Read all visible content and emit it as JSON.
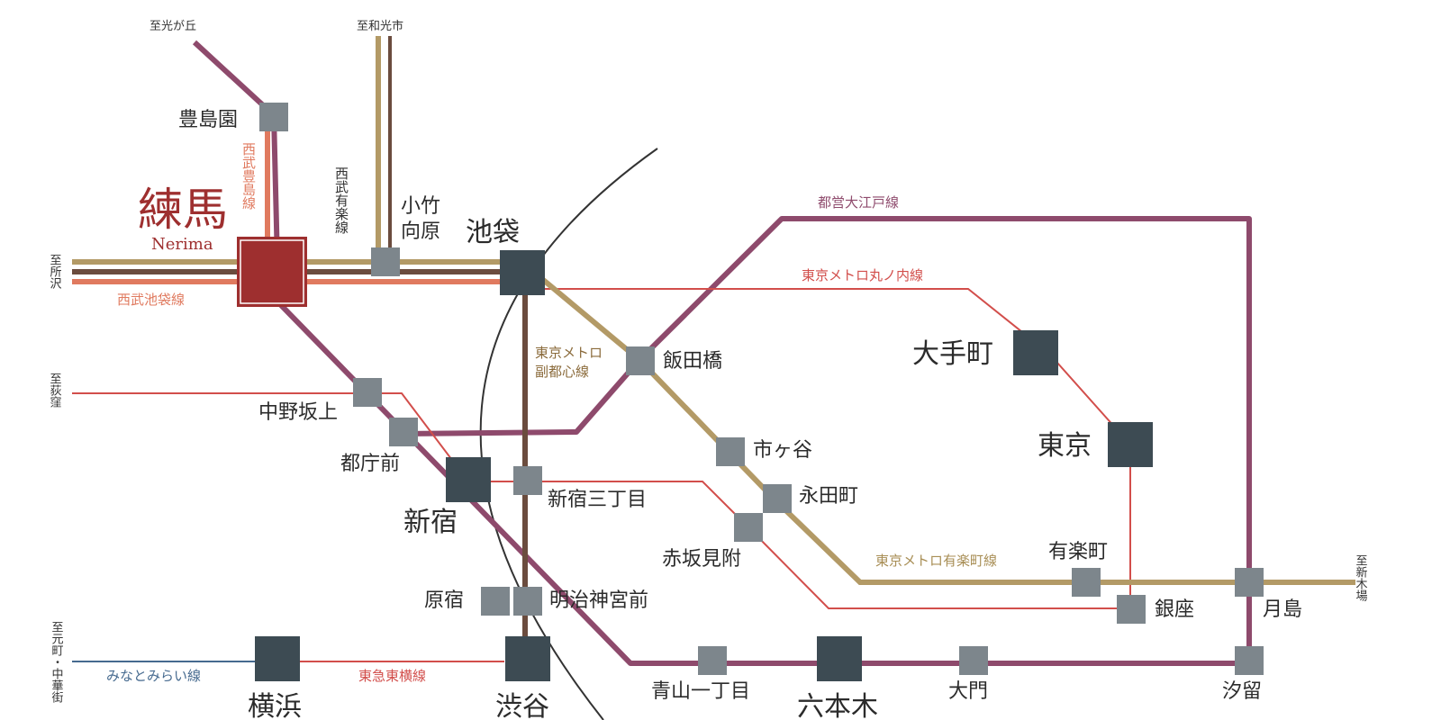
{
  "home_station": {
    "name": "練馬",
    "romaji": "Nerima"
  },
  "stations": {
    "toshimaen": "豊島園",
    "kotake_mukaihara": [
      "小竹",
      "向原"
    ],
    "ikebukuro": "池袋",
    "iidabashi": "飯田橋",
    "otemachi": "大手町",
    "tokyo": "東京",
    "nakano_sakaue": "中野坂上",
    "tochomae": "都庁前",
    "shinjuku": "新宿",
    "shinjuku_sanchome": "新宿三丁目",
    "ichigaya": "市ヶ谷",
    "nagatacho": "永田町",
    "akasaka_mitsuke": "赤坂見附",
    "yurakucho": "有楽町",
    "ginza": "銀座",
    "tsukishima": "月島",
    "harajuku": "原宿",
    "meiji_jingumae": "明治神宮前",
    "yokohama": "横浜",
    "shibuya": "渋谷",
    "aoyama_itchome": "青山一丁目",
    "roppongi": "六本木",
    "daimon": "大門",
    "shiodome": "汐留"
  },
  "lines": {
    "seibu_toshima": "西武豊島線",
    "seibu_yurakucho": "西武有楽線",
    "seibu_ikebukuro": "西武池袋線",
    "toei_oedo": "都営大江戸線",
    "metro_marunouchi": "東京メトロ丸ノ内線",
    "metro_fukutoshin": [
      "東京メトロ",
      "副都心線"
    ],
    "metro_yurakucho": "東京メトロ有楽町線",
    "minatomirai": "みなとみらい線",
    "tokyu_toyoko": "東急東横線"
  },
  "directions": {
    "hikarigaoka": "至光が丘",
    "wakoshi": "至和光市",
    "tokorozawa": "至所沢",
    "ogikubo": "至荻窪",
    "shinkiba": "至新木場",
    "motomachi_chukagai": "至元町・中華街"
  },
  "colors": {
    "oedo": "#8e4a6c",
    "marunouchi": "#d24e4b",
    "yurakucho_line": "#b39a66",
    "fukutoshin": "#6b4c3e",
    "seibu_ikebukuro": "#e07a5f",
    "minatomirai": "#466a8f",
    "yamanote_arc": "#333333",
    "station_small": "#7d868c",
    "station_large": "#3d4b53",
    "home_station": "#9e2f2f"
  }
}
